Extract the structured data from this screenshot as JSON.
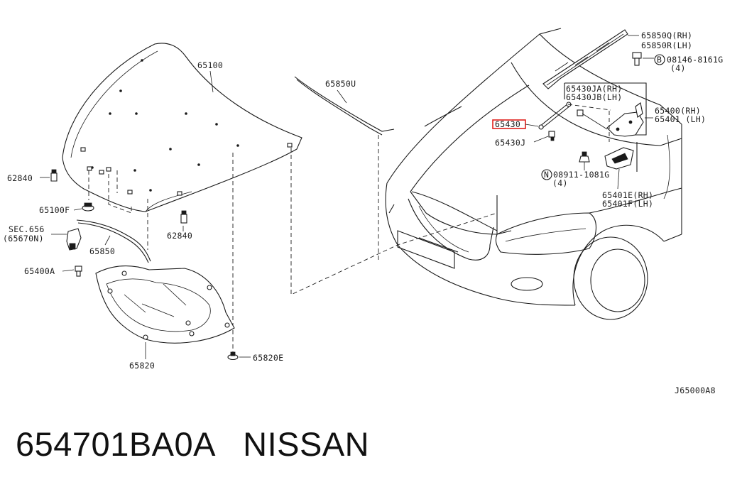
{
  "labels": {
    "hood": "65100",
    "seal_u": "65850U",
    "seal_q": "65850Q(RH)",
    "seal_r": "65850R(LH)",
    "bolt_g": "08146-8161G",
    "bolt_g_qty": "(4)",
    "stay_ja": "65430JA(RH)",
    "stay_jb": "65430JB(LH)",
    "hinge_rh": "65400(RH)",
    "hinge_lh": "65401 (LH)",
    "stay_highlight": "65430",
    "stay_j": "65430J",
    "nut_g": "08911-1081G",
    "nut_g_qty": "(4)",
    "hinge_e": "65401E(RH)",
    "hinge_f": "65401F(LH)",
    "bumper_l": "62840",
    "bumper_r": "62840",
    "clip_f": "65100F",
    "sec": "SEC.656",
    "sec_ref": "(65670N)",
    "cable": "65850",
    "bolt_a": "65400A",
    "insulator": "65820",
    "clip_e": "65820E",
    "code": "J65000A8",
    "bolt_symbol": "B",
    "nut_symbol": "N"
  },
  "caption": {
    "part_number": "654701BA0A",
    "brand": "NISSAN"
  }
}
